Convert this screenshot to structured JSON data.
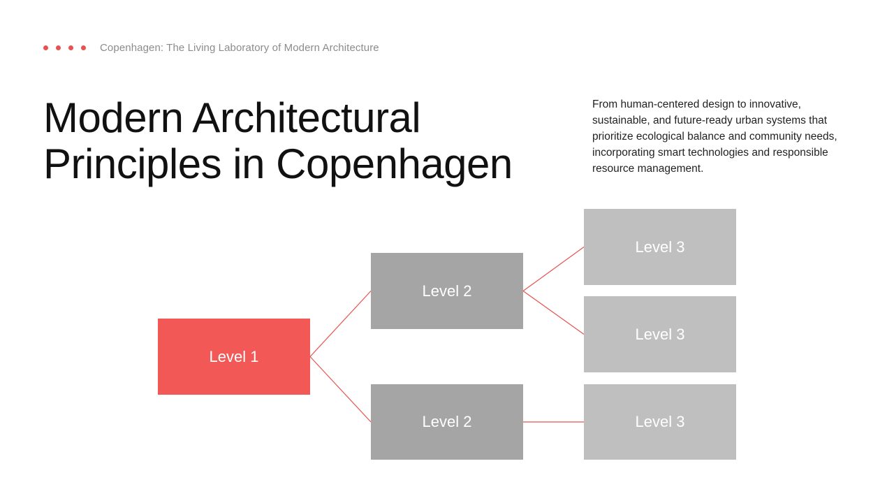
{
  "header": {
    "subtitle": "Copenhagen: The Living Laboratory of Modern Architecture",
    "dot_color": "#e8524f"
  },
  "title": {
    "line1": "Modern Architectural",
    "line2": "Principles in Copenhagen"
  },
  "description": "From human-centered design to innovative, sustainable, and future-ready urban systems that prioritize ecological balance and community needs, incorporating smart technologies and responsible resource management.",
  "colors": {
    "level1": "#f25856",
    "level2": "#a5a5a5",
    "level3": "#bfbfbf",
    "connector": "#e8524f"
  },
  "diagram": {
    "nodes": [
      {
        "id": "n1",
        "label": "Level 1",
        "level": 1
      },
      {
        "id": "n2a",
        "label": "Level 2",
        "level": 2
      },
      {
        "id": "n2b",
        "label": "Level 2",
        "level": 2
      },
      {
        "id": "n3a",
        "label": "Level 3",
        "level": 3
      },
      {
        "id": "n3b",
        "label": "Level 3",
        "level": 3
      },
      {
        "id": "n3c",
        "label": "Level 3",
        "level": 3
      }
    ],
    "edges": [
      {
        "from": "n1",
        "to": "n2a"
      },
      {
        "from": "n1",
        "to": "n2b"
      },
      {
        "from": "n2a",
        "to": "n3a"
      },
      {
        "from": "n2a",
        "to": "n3b"
      },
      {
        "from": "n2b",
        "to": "n3c"
      }
    ]
  }
}
